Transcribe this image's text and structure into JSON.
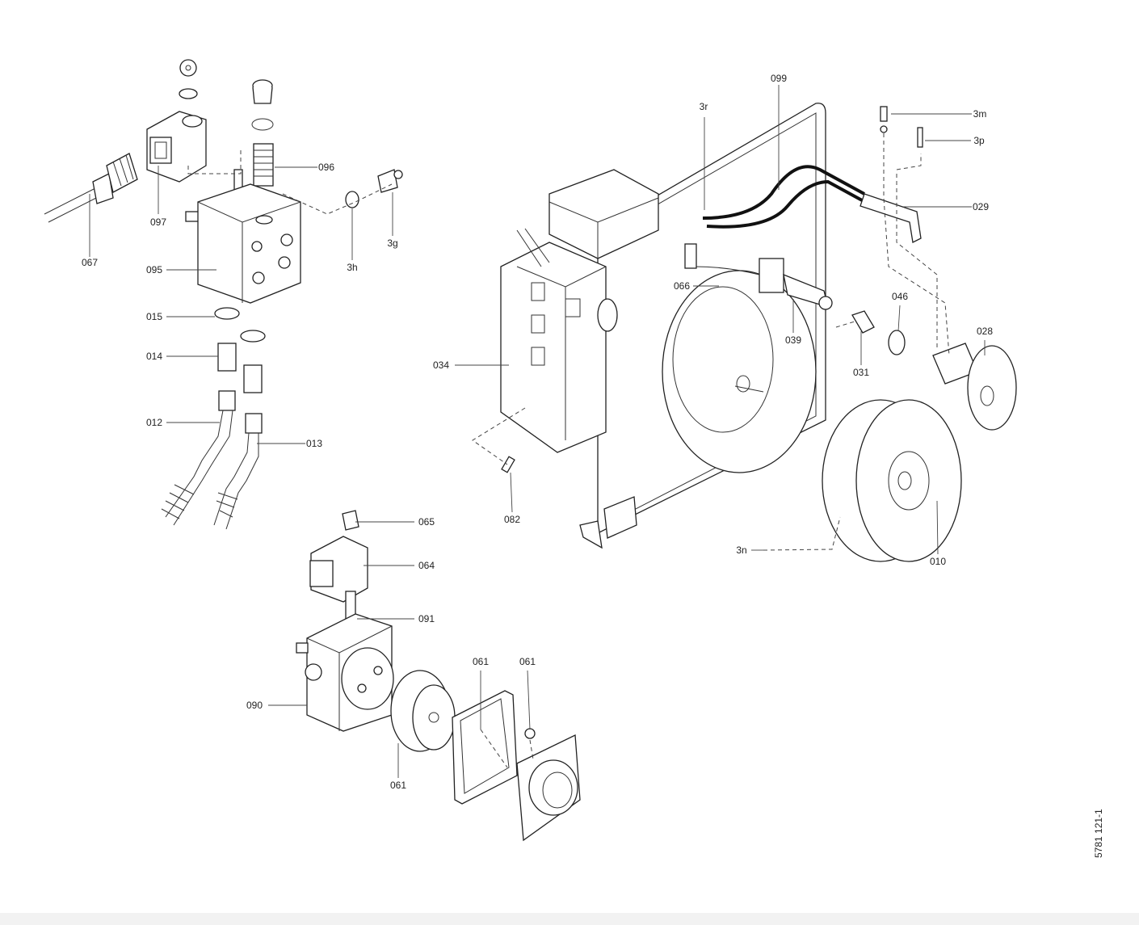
{
  "diagram": {
    "title": "Exploded parts diagram — burner assembly",
    "document_number": "5781 121-1",
    "part_labels": [
      "099",
      "3r",
      "3m",
      "3p",
      "029",
      "096",
      "097",
      "067",
      "095",
      "3h",
      "3g",
      "015",
      "014",
      "012",
      "013",
      "066",
      "039",
      "046",
      "028",
      "031",
      "034",
      "082",
      "3n",
      "010",
      "065",
      "064",
      "091",
      "090",
      "061",
      "061",
      "061"
    ]
  }
}
